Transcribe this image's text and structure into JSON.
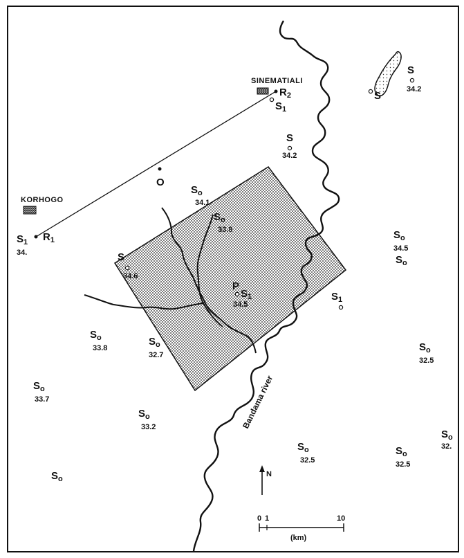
{
  "map": {
    "towns": {
      "sinematiali": "SINEMATIALI",
      "korhogo": "KORHOGO"
    },
    "profile": {
      "start_label": "R",
      "start_sub": "1",
      "end_label": "R",
      "end_sub": "2",
      "mid_label": "O"
    },
    "point_p": "P",
    "river_name": "Bandama river",
    "north_arrow": "N",
    "scale": {
      "start": "0",
      "one": "1",
      "end": "10",
      "unit": "(km)"
    },
    "stations": [
      {
        "letter": "S",
        "sub": "1",
        "value": ""
      },
      {
        "letter": "S",
        "sub": "",
        "value": "34.2"
      },
      {
        "letter": "S",
        "sub": "",
        "value": ""
      },
      {
        "letter": "S",
        "sub": "",
        "value": "34.2"
      },
      {
        "letter": "S",
        "sub": "o",
        "value": "34.1"
      },
      {
        "letter": "S",
        "sub": "o",
        "value": "33.8"
      },
      {
        "letter": "S",
        "sub": "o",
        "value": "34.5"
      },
      {
        "letter": "S",
        "sub": "o",
        "value": ""
      },
      {
        "letter": "S",
        "sub": "",
        "value": "34.6"
      },
      {
        "letter": "S",
        "sub": "1",
        "value": "34.5"
      },
      {
        "letter": "S",
        "sub": "1",
        "value": ""
      },
      {
        "letter": "S",
        "sub": "o",
        "value": "33.8"
      },
      {
        "letter": "S",
        "sub": "o",
        "value": "32.7"
      },
      {
        "letter": "S",
        "sub": "o",
        "value": "32.5"
      },
      {
        "letter": "S",
        "sub": "o",
        "value": "33.7"
      },
      {
        "letter": "S",
        "sub": "o",
        "value": "33.2"
      },
      {
        "letter": "S",
        "sub": "o",
        "value": "32.5"
      },
      {
        "letter": "S",
        "sub": "o",
        "value": "32.5"
      },
      {
        "letter": "S",
        "sub": "o",
        "value": "32."
      },
      {
        "letter": "S",
        "sub": "o",
        "value": ""
      },
      {
        "letter": "S",
        "sub": "1",
        "value": "34."
      }
    ]
  }
}
